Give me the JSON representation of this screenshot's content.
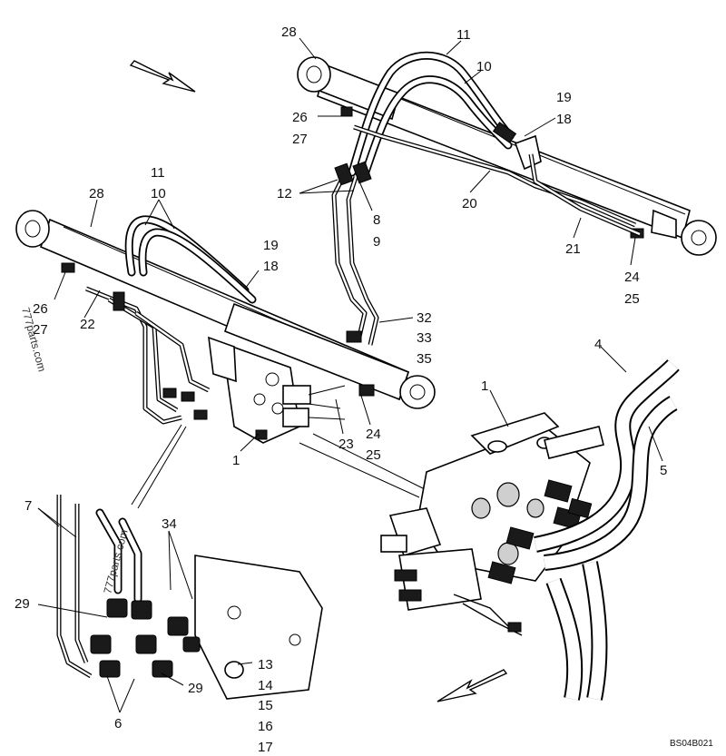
{
  "diagram": {
    "figure_code": "BS04B021",
    "watermarks": [
      "777parts.com",
      "777parts.com"
    ],
    "callouts": [
      {
        "id": "c28a",
        "text": "28"
      },
      {
        "id": "c11a",
        "text": "11"
      },
      {
        "id": "c10a",
        "text": "10"
      },
      {
        "id": "c19a",
        "text": "19"
      },
      {
        "id": "c18a",
        "text": "18"
      },
      {
        "id": "c26a",
        "text": "26"
      },
      {
        "id": "c27a",
        "text": "27"
      },
      {
        "id": "c12",
        "text": "12"
      },
      {
        "id": "c8",
        "text": "8"
      },
      {
        "id": "c9",
        "text": "9"
      },
      {
        "id": "c20",
        "text": "20"
      },
      {
        "id": "c21",
        "text": "21"
      },
      {
        "id": "c24a",
        "text": "24"
      },
      {
        "id": "c25a",
        "text": "25"
      },
      {
        "id": "c11b",
        "text": "11"
      },
      {
        "id": "c10b",
        "text": "10"
      },
      {
        "id": "c28b",
        "text": "28"
      },
      {
        "id": "c19b",
        "text": "19"
      },
      {
        "id": "c18b",
        "text": "18"
      },
      {
        "id": "c26b",
        "text": "26"
      },
      {
        "id": "c27b",
        "text": "27"
      },
      {
        "id": "c22",
        "text": "22"
      },
      {
        "id": "c32",
        "text": "32"
      },
      {
        "id": "c33",
        "text": "33"
      },
      {
        "id": "c35",
        "text": "35"
      },
      {
        "id": "c24b",
        "text": "24"
      },
      {
        "id": "c25b",
        "text": "25"
      },
      {
        "id": "c23",
        "text": "23"
      },
      {
        "id": "c1a",
        "text": "1"
      },
      {
        "id": "c1b",
        "text": "1"
      },
      {
        "id": "c4",
        "text": "4"
      },
      {
        "id": "c5",
        "text": "5"
      },
      {
        "id": "c7",
        "text": "7"
      },
      {
        "id": "c34",
        "text": "34"
      },
      {
        "id": "c29a",
        "text": "29"
      },
      {
        "id": "c29b",
        "text": "29"
      },
      {
        "id": "c6",
        "text": "6"
      },
      {
        "id": "c13",
        "text": "13"
      },
      {
        "id": "c14",
        "text": "14"
      },
      {
        "id": "c15",
        "text": "15"
      },
      {
        "id": "c16",
        "text": "16"
      },
      {
        "id": "c17",
        "text": "17"
      }
    ]
  }
}
